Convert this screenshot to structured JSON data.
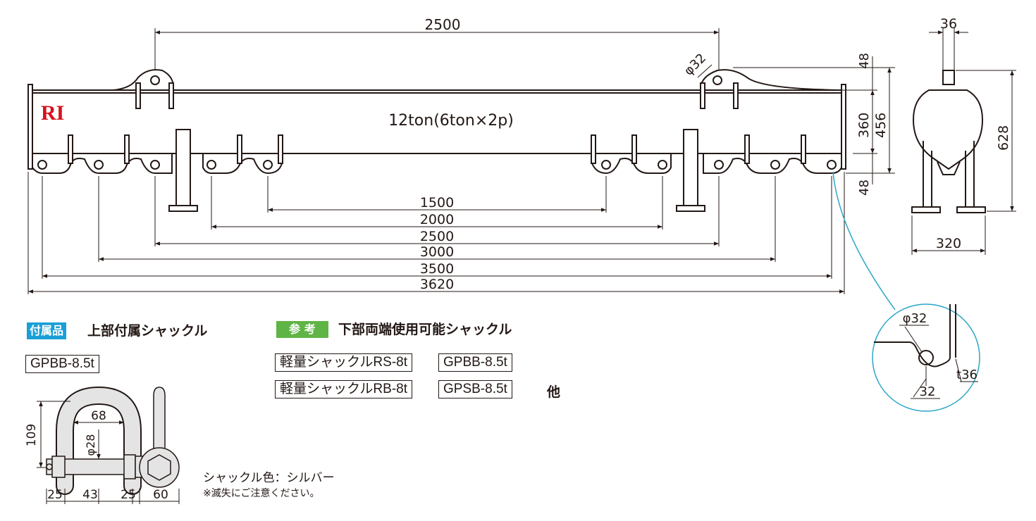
{
  "main_view": {
    "capacity_label": "12ton(6ton×2p)",
    "top_span": "2500",
    "pin_hole_dia": "φ32",
    "brand_logo": "RI"
  },
  "bottom_dims": [
    "1500",
    "2000",
    "2500",
    "3000",
    "3500",
    "3620"
  ],
  "side_dims": {
    "plate_top": "48",
    "plate_bottom": "48",
    "beam_height": "360",
    "body_height": "456"
  },
  "end_view": {
    "plate_thickness": "36",
    "total_height": "628",
    "width": "320"
  },
  "detail": {
    "hole_dia": "φ32",
    "edge": "32",
    "thickness": "t36"
  },
  "accessory": {
    "tag": "付属品",
    "title": "上部付属シャックル",
    "model": "GPBB-8.5t",
    "dims": {
      "height": "109",
      "inner_width": "68",
      "pin_dia": "φ28",
      "side_a": "25",
      "gap": "43",
      "side_b": "25",
      "eye": "60"
    },
    "color_note": "シャックル色：シルバー",
    "loss_note": "※滅失にご注意ください。"
  },
  "reference": {
    "tag": "参 考",
    "title": "下部両端使用可能シャックル",
    "rows": [
      [
        "軽量シャックルRS-8t",
        "GPBB-8.5t"
      ],
      [
        "軽量シャックルRB-8t",
        "GPSB-8.5t"
      ]
    ],
    "other": "他"
  },
  "colors": {
    "line": "#231815",
    "accessory_tag": "#1a9fd6",
    "reference_tag": "#5fb446",
    "callout": "#2ba6c6",
    "logo": "#d7121b",
    "shackle_fill": "#e4e4e4"
  }
}
